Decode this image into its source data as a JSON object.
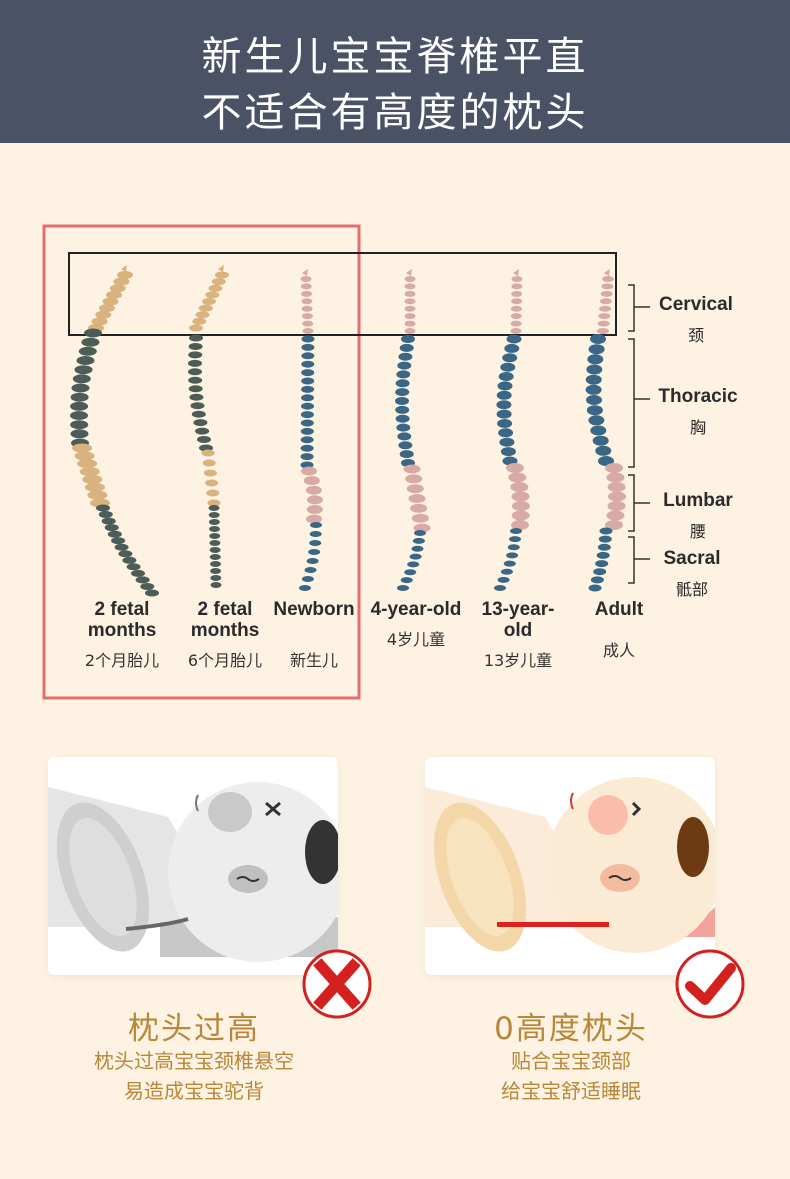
{
  "header": {
    "line1": "新生儿宝宝脊椎平直",
    "line2": "不适合有高度的枕头"
  },
  "colors": {
    "header_bg": "#4b5266",
    "page_bg": "#fef2e2",
    "cervical_fetal": "#d9b37f",
    "thoracic_dark": "#4c5c56",
    "blue": "#3a6786",
    "pink": "#d7aaa5",
    "highlight_red": "#e46d6f",
    "caption": "#b8873a"
  },
  "stages": [
    {
      "en": "2 fetal months",
      "cn": "2个月胎儿"
    },
    {
      "en": "2 fetal months",
      "cn": "6个月胎儿"
    },
    {
      "en": "Newborn",
      "cn": "新生儿"
    },
    {
      "en": "4-year-old",
      "cn": "4岁儿童"
    },
    {
      "en": "13-year-old",
      "cn": "13岁儿童"
    },
    {
      "en": "Adult",
      "cn": "成人"
    }
  ],
  "regions": [
    {
      "en": "Cervical",
      "cn": "颈"
    },
    {
      "en": "Thoracic",
      "cn": "胸"
    },
    {
      "en": "Lumbar",
      "cn": "腰"
    },
    {
      "en": "Sacral",
      "cn": "骶部"
    }
  ],
  "cards": [
    {
      "title": "枕头过高",
      "lines": [
        "枕头过高宝宝颈椎悬空",
        "易造成宝宝驼背"
      ],
      "badge_icon": "cross-icon",
      "badge_color": "#d4201f"
    },
    {
      "title": "0高度枕头",
      "lines": [
        "贴合宝宝颈部",
        "给宝宝舒适睡眠"
      ],
      "badge_icon": "check-icon",
      "badge_color": "#d4201f"
    }
  ]
}
